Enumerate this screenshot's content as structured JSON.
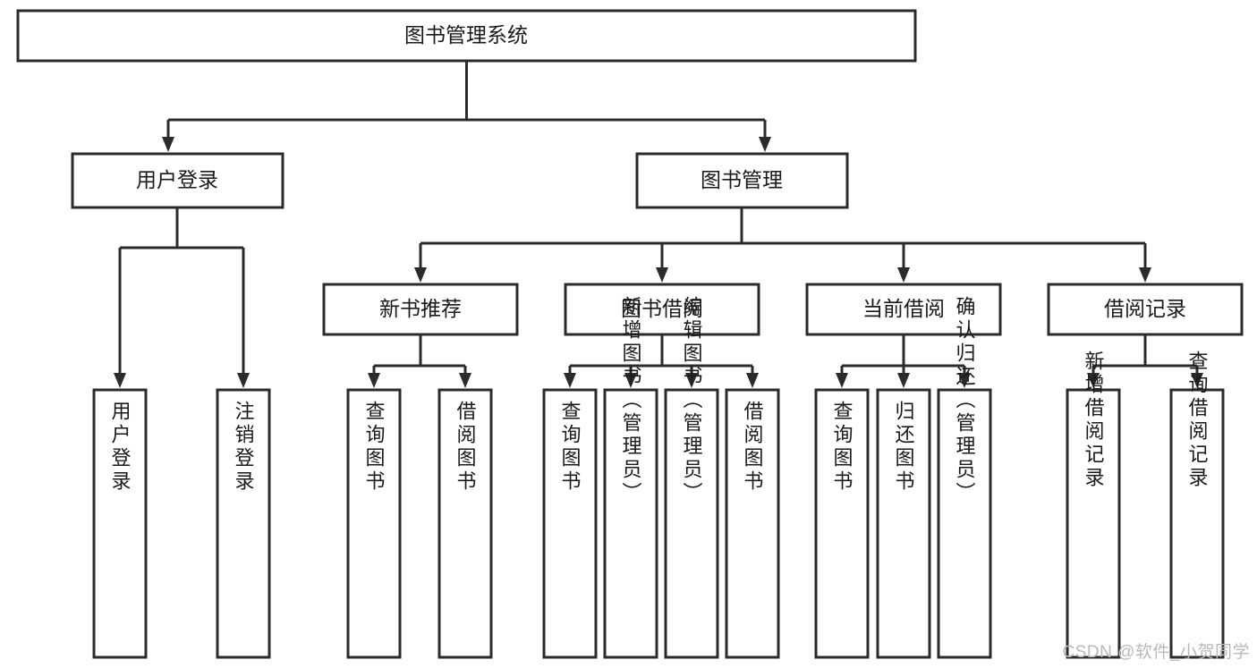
{
  "diagram": {
    "title": "图书管理系统",
    "type": "hierarchy-tree",
    "accent_stroke": "#2b2b2b",
    "box_fill": "#ffffff",
    "watermark": "CSDN @软件_小贺同学",
    "levels": {
      "root": {
        "label": "图书管理系统"
      },
      "level2": [
        {
          "label": "用户登录"
        },
        {
          "label": "图书管理"
        }
      ],
      "level3": [
        {
          "label": "新书推荐"
        },
        {
          "label": "图书借阅"
        },
        {
          "label": "当前借阅"
        },
        {
          "label": "借阅记录"
        }
      ],
      "leaves": {
        "user_login": [
          {
            "label": "用户登录"
          },
          {
            "label": "注销登录"
          }
        ],
        "new_book_recommend": [
          {
            "label": "查询图书"
          },
          {
            "label": "借阅图书"
          }
        ],
        "book_borrow": [
          {
            "label": "查询图书"
          },
          {
            "label": "新增图书（管理员）"
          },
          {
            "label": "编辑图书（管理员）"
          },
          {
            "label": "借阅图书"
          }
        ],
        "current_borrow": [
          {
            "label": "查询图书"
          },
          {
            "label": "归还图书"
          },
          {
            "label": "确认归还（管理员）"
          }
        ],
        "borrow_record": [
          {
            "label": "新增借阅记录"
          },
          {
            "label": "查询借阅记录"
          }
        ]
      }
    }
  }
}
